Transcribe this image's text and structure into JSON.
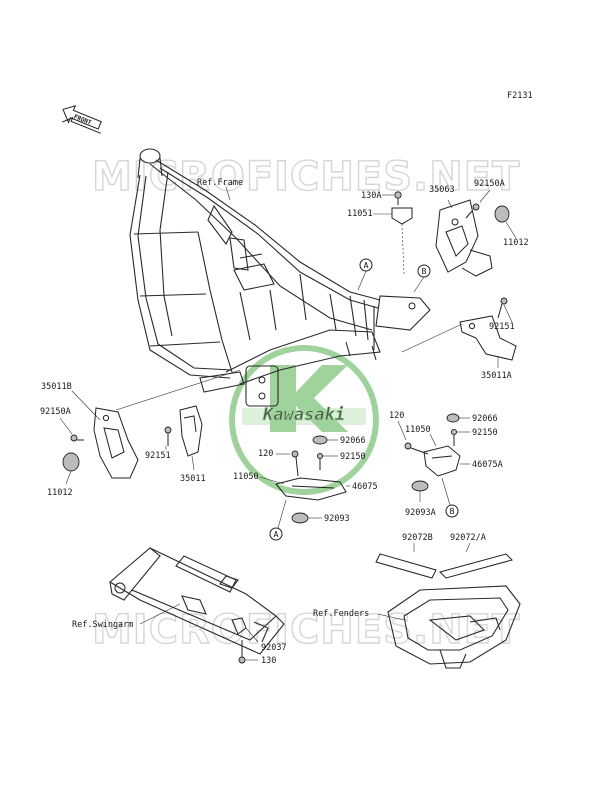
{
  "figure_id": "F2131",
  "front_label": "FRONT",
  "watermark_text": "MICROFICHES.NET",
  "logo_text": "Kawasaki",
  "refs": {
    "frame": "Ref.Frame",
    "swingarm": "Ref.Swingarm",
    "fenders": "Ref.Fenders"
  },
  "callouts": {
    "a_top": "A",
    "b_top": "B",
    "a_bottom": "A",
    "b_bottom": "B"
  },
  "labels": {
    "p130a": "130A",
    "p11051": "11051",
    "p35063": "35063",
    "p92150a_r": "92150A",
    "p11012_r": "11012",
    "p92151_r": "92151",
    "p35011a": "35011A",
    "p35011b": "35011B",
    "p92150a_l": "92150A",
    "p11012_l": "11012",
    "p92151_l": "92151",
    "p35011": "35011",
    "p120_c": "120",
    "p11050_c": "11050",
    "p92066_c": "92066",
    "p92150_c": "92150",
    "p46075": "46075",
    "p92093": "92093",
    "p120_r": "120",
    "p11050_r": "11050",
    "p92066_r": "92066",
    "p92150_r": "92150",
    "p46075a": "46075A",
    "p92093a": "92093A",
    "p92072b": "92072B",
    "p92072a": "92072/A",
    "p92037": "92037",
    "p130": "130"
  },
  "colors": {
    "line": "#222222",
    "logo_green": "#9fd39b",
    "watermark": "#d6d6d6"
  }
}
